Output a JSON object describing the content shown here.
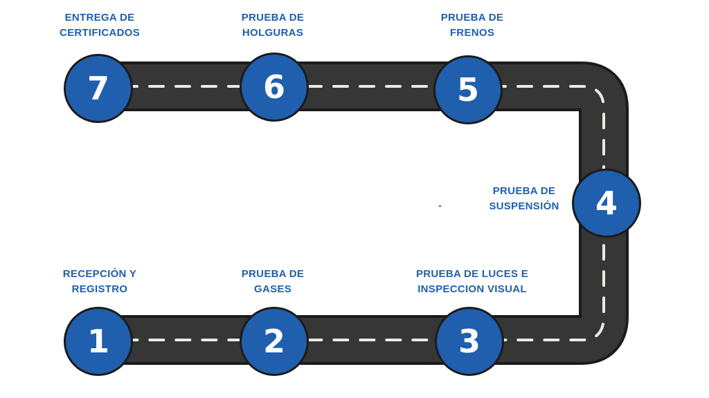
{
  "colors": {
    "road": "#363636",
    "road_edge": "#1b1b1b",
    "lane_dash": "#e9ece4",
    "step_fill": "#1f5fae",
    "label": "#1f5fae"
  },
  "steps": [
    {
      "number": "1",
      "label_lines": [
        "RECEPCIÓN Y",
        "REGISTRO"
      ]
    },
    {
      "number": "2",
      "label_lines": [
        "PRUEBA DE",
        "GASES"
      ]
    },
    {
      "number": "3",
      "label_lines": [
        "PRUEBA DE LUCES E",
        "INSPECCION VISUAL"
      ]
    },
    {
      "number": "4",
      "label_lines": [
        "PRUEBA DE",
        "SUSPENSIÓN"
      ]
    },
    {
      "number": "5",
      "label_lines": [
        "PRUEBA DE",
        "FRENOS"
      ]
    },
    {
      "number": "6",
      "label_lines": [
        "PRUEBA DE",
        "HOLGURAS"
      ]
    },
    {
      "number": "7",
      "label_lines": [
        "ENTREGA DE",
        "CERTIFICADOS"
      ]
    }
  ]
}
